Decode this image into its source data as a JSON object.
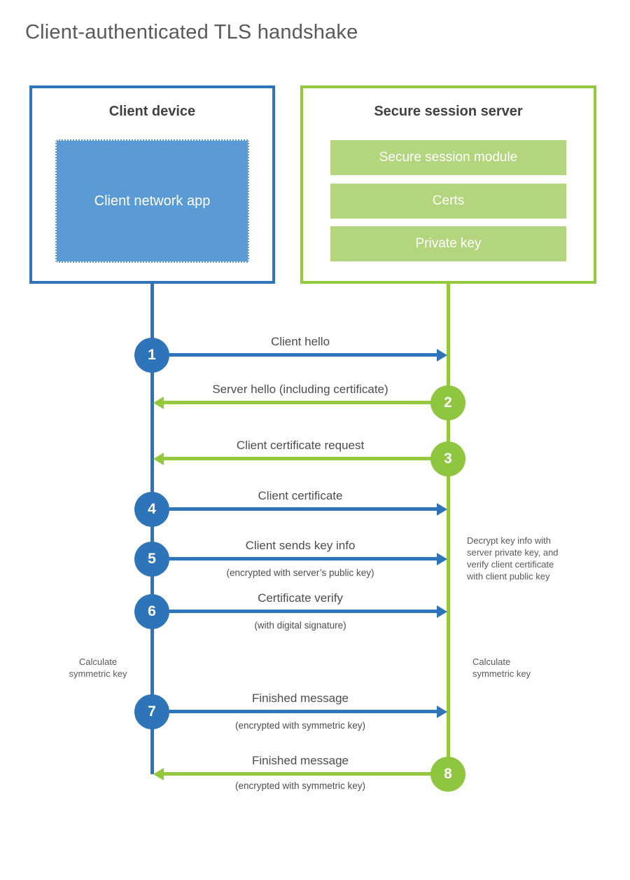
{
  "title": "Client-authenticated TLS handshake",
  "colors": {
    "blue": "#2e74b8",
    "blue_fill": "#5b9bd5",
    "green": "#94c83d",
    "green_circle": "#8fc640",
    "green_fill": "#b2d57d",
    "text_dark": "#414042",
    "text_label": "#4d4d4d"
  },
  "client": {
    "header": "Client device",
    "app_label": "Client network app"
  },
  "server": {
    "header": "Secure session server",
    "modules": [
      "Secure session module",
      "Certs",
      "Private key"
    ]
  },
  "steps": [
    {
      "num": "1",
      "label": "Client hello",
      "from": "client"
    },
    {
      "num": "2",
      "label": "Server hello (including certificate)",
      "from": "server"
    },
    {
      "num": "3",
      "label": "Client certificate request",
      "from": "server"
    },
    {
      "num": "4",
      "label": "Client certificate",
      "from": "client"
    },
    {
      "num": "5",
      "label": "Client sends key info",
      "sub": "(encrypted with server’s public key)",
      "from": "client"
    },
    {
      "num": "6",
      "label": "Certificate verify",
      "sub": "(with digital signature)",
      "from": "client"
    },
    {
      "num": "7",
      "label": "Finished message",
      "sub": "(encrypted with symmetric key)",
      "from": "client"
    },
    {
      "num": "8",
      "label": "Finished message",
      "sub": "(encrypted with symmetric key)",
      "from": "server"
    }
  ],
  "notes": {
    "decrypt": "Decrypt key info with\nserver private key, and\nverify client certificate\nwith client public key",
    "calc_left": "Calculate\nsymmetric key",
    "calc_right": "Calculate\nsymmetric key"
  }
}
